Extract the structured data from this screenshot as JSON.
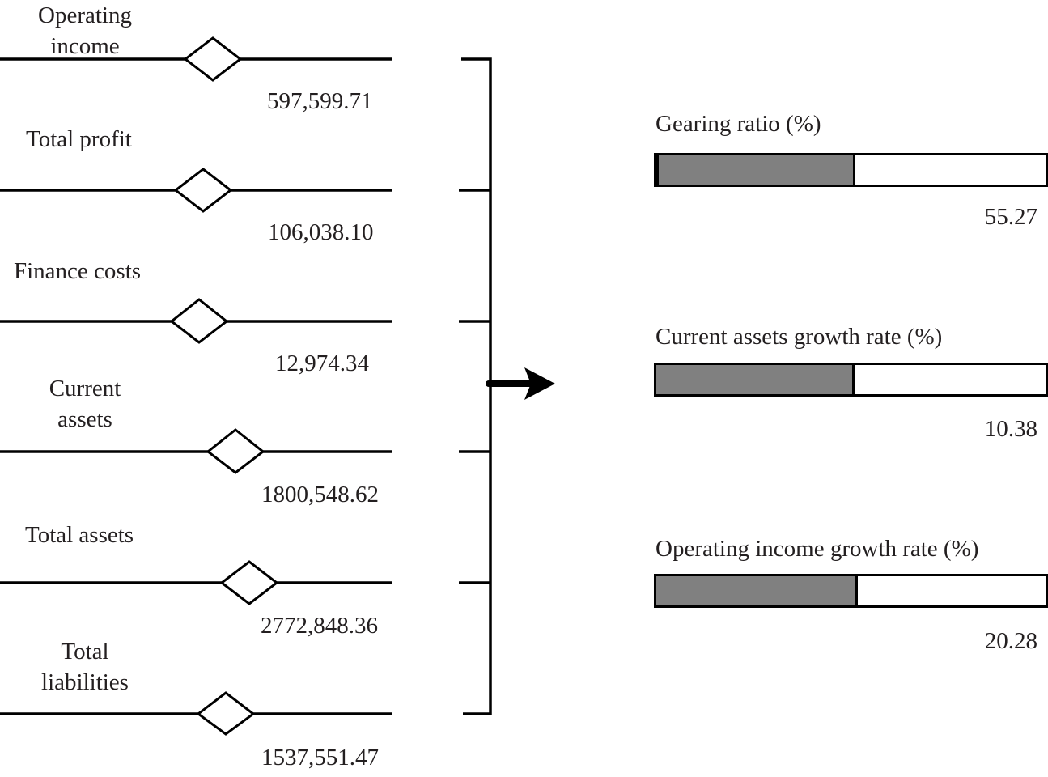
{
  "inputs": [
    {
      "label_lines": [
        "Operating",
        "income"
      ],
      "value": "597,599.71"
    },
    {
      "label_lines": [
        "Total profit"
      ],
      "value": "106,038.10"
    },
    {
      "label_lines": [
        "Finance costs"
      ],
      "value": "12,974.34"
    },
    {
      "label_lines": [
        "Current",
        "assets"
      ],
      "value": "1800,548.62"
    },
    {
      "label_lines": [
        "Total assets"
      ],
      "value": "2772,848.36"
    },
    {
      "label_lines": [
        "Total",
        "liabilities"
      ],
      "value": "1537,551.47"
    }
  ],
  "outputs": [
    {
      "label": "Gearing ratio (%)",
      "value": "55.27",
      "fill_fraction": 0.49
    },
    {
      "label": "Current assets growth rate (%)",
      "value": "10.38",
      "fill_fraction": 0.5
    },
    {
      "label": "Operating income growth rate (%)",
      "value": "20.28",
      "fill_fraction": 0.505
    }
  ],
  "colors": {
    "line": "#000000",
    "bar_fill": "#808080",
    "text": "#231f20"
  }
}
